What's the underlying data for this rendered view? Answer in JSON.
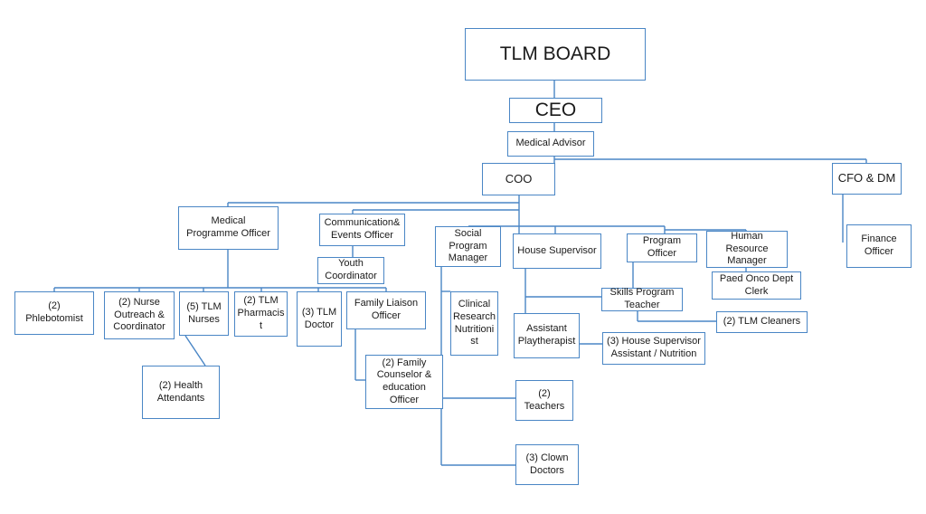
{
  "org": {
    "board": "TLM BOARD",
    "ceo": "CEO",
    "medical_advisor": "Medical Advisor",
    "coo": "COO",
    "cfo": "CFO & DM",
    "finance_officer": "Finance\nOfficer",
    "medical_programme_officer": "Medical\nProgramme Officer",
    "communication_officer": "Communication&\nEvents Officer",
    "youth_coordinator": "Youth\nCoordinator",
    "social_program_manager": "Social\nProgram\nManager",
    "house_supervisor": "House Supervisor",
    "program_officer": "Program\nOfficer",
    "hr_manager": "Human\nResource\nManager",
    "paed_onco_clerk": "Paed Onco Dept\nClerk",
    "skills_teacher": "Skills Program\nTeacher",
    "tlm_cleaners": "(2) TLM Cleaners",
    "phlebotomist": "(2)\nPhlebotomist",
    "nurse_outreach": "(2) Nurse\nOutreach &\nCoordinator",
    "tlm_nurses": "(5) TLM\nNurses",
    "tlm_pharmacist": "(2) TLM\nPharmacis\nt",
    "tlm_doctor": "(3) TLM\nDoctor",
    "family_liaison": "Family Liaison\nOfficer",
    "clinical_research": "Clinical\nResearch\nNutritioni\nst",
    "assistant_playtherapist": "Assistant\nPlaytherapist",
    "house_supervisor_assistant": "(3) House Supervisor\nAssistant / Nutrition",
    "health_attendants": "(2) Health\nAttendants",
    "family_counselor": "(2) Family\nCounselor &\neducation\nOfficer",
    "teachers": "(2)\nTeachers",
    "clown_doctors": "(3) Clown\nDoctors"
  },
  "colors": {
    "line": "#4a86c5",
    "border": "#4a86c5",
    "text": "#1a1a1a"
  }
}
